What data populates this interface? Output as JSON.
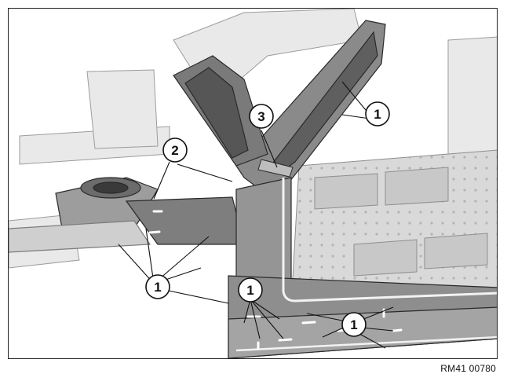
{
  "callouts": [
    {
      "id": "c1a",
      "label": "1"
    },
    {
      "id": "c1b",
      "label": "1"
    },
    {
      "id": "c1c",
      "label": "1"
    },
    {
      "id": "c1d",
      "label": "1"
    },
    {
      "id": "c2",
      "label": "2"
    },
    {
      "id": "c3",
      "label": "3"
    }
  ],
  "reference_code": "RM41 00780",
  "colors": {
    "frame": "#222222",
    "outline": "#2a2a2a",
    "body_light": "#e4e4e4",
    "body_mid": "#a9a9a9",
    "body_dark": "#6c6c6c",
    "highlight_pillar": "#8a8a8a"
  }
}
